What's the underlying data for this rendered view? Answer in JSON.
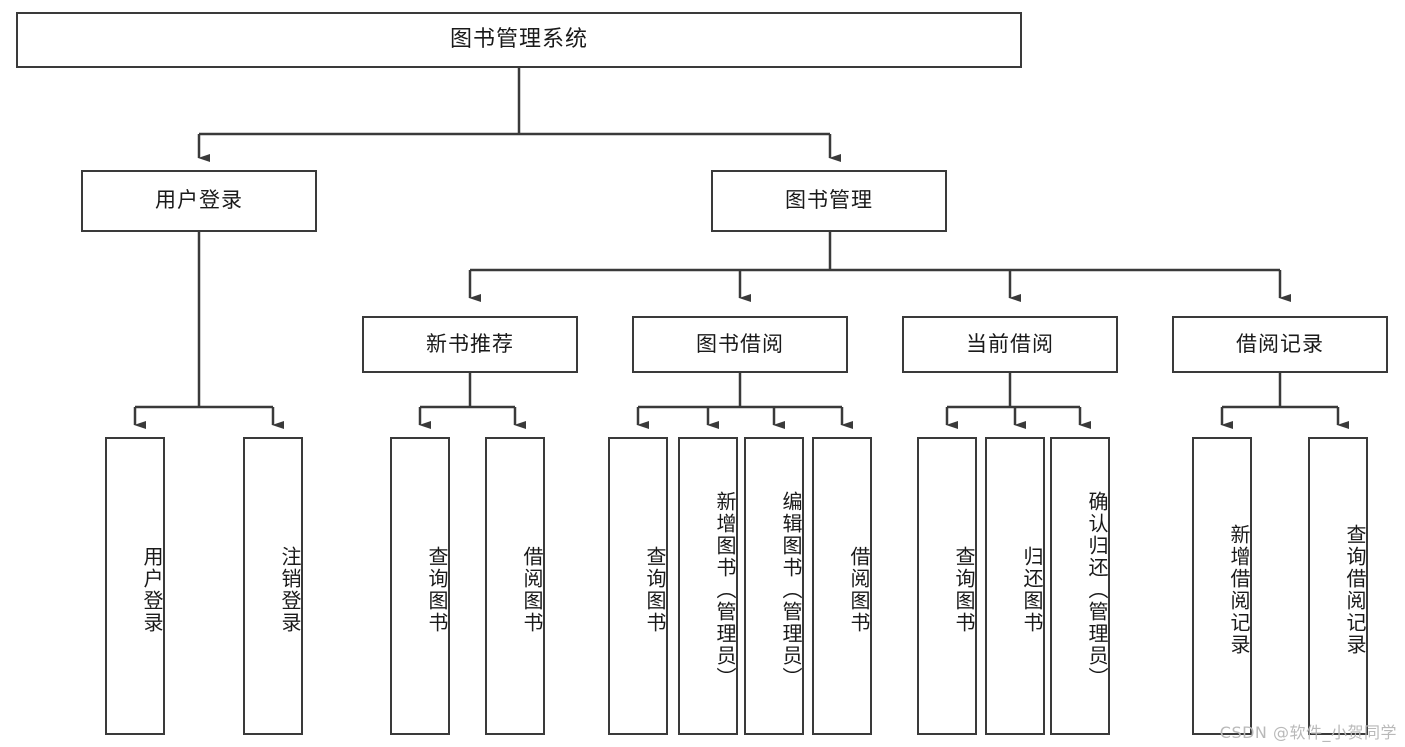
{
  "diagram": {
    "title": "图书管理系统",
    "type": "tree-hierarchy",
    "orientation": "top-down",
    "levels": 4,
    "stroke_color": "#3a3a3a",
    "fill_color": "#ffffff",
    "text_color": "#1a1a1a"
  },
  "watermark": {
    "text": "CSDN @软件_小贺同学",
    "color": "#b9b9b9"
  },
  "nodes": {
    "root": {
      "label": "图书管理系统"
    },
    "level2": [
      {
        "id": "user-login",
        "label": "用户登录"
      },
      {
        "id": "book-manage",
        "label": "图书管理"
      }
    ],
    "level3": [
      {
        "id": "new-book-rec",
        "label": "新书推荐"
      },
      {
        "id": "book-borrow",
        "label": "图书借阅"
      },
      {
        "id": "current-borrow",
        "label": "当前借阅"
      },
      {
        "id": "borrow-record",
        "label": "借阅记录"
      }
    ],
    "leaves": {
      "user_login": [
        {
          "id": "leaf-user-login",
          "label": "用户登录"
        },
        {
          "id": "leaf-logout-login",
          "label": "注销登录"
        }
      ],
      "new_book_rec": [
        {
          "id": "leaf-query-book-1",
          "label": "查询图书"
        },
        {
          "id": "leaf-borrow-book-1",
          "label": "借阅图书"
        }
      ],
      "book_borrow": [
        {
          "id": "leaf-query-book-2",
          "label": "查询图书"
        },
        {
          "id": "leaf-add-book",
          "label": "新增图书（管理员）"
        },
        {
          "id": "leaf-edit-book",
          "label": "编辑图书（管理员）"
        },
        {
          "id": "leaf-borrow-book-2",
          "label": "借阅图书"
        }
      ],
      "current_borrow": [
        {
          "id": "leaf-query-book-3",
          "label": "查询图书"
        },
        {
          "id": "leaf-return-book",
          "label": "归还图书"
        },
        {
          "id": "leaf-confirm-return",
          "label": "确认归还（管理员）"
        }
      ],
      "borrow_record": [
        {
          "id": "leaf-add-record",
          "label": "新增借阅记录"
        },
        {
          "id": "leaf-query-record",
          "label": "查询借阅记录"
        }
      ]
    }
  }
}
